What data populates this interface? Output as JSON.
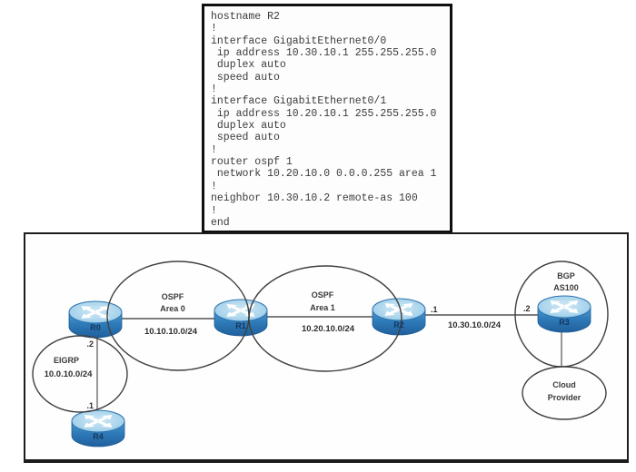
{
  "config_panel": {
    "lines": [
      "hostname R2",
      "!",
      "interface GigabitEthernet0/0",
      " ip address 10.30.10.1 255.255.255.0",
      " duplex auto",
      " speed auto",
      "!",
      "interface GigabitEthernet0/1",
      " ip address 10.20.10.1 255.255.255.0",
      " duplex auto",
      " speed auto",
      "!",
      "router ospf 1",
      " network 10.20.10.0 0.0.0.255 area 1",
      "!",
      "neighbor 10.30.10.2 remote-as 100",
      "!",
      "end"
    ]
  },
  "topology": {
    "routers": [
      {
        "label": "R0"
      },
      {
        "label": "R1"
      },
      {
        "label": "R2"
      },
      {
        "label": "R3"
      },
      {
        "label": "R4"
      }
    ],
    "zones": {
      "ospf_area0": {
        "line1": "OSPF",
        "line2": "Area 0",
        "network": "10.10.10.0/24"
      },
      "ospf_area1": {
        "line1": "OSPF",
        "line2": "Area 1",
        "network": "10.20.10.0/24"
      },
      "eigrp": {
        "line1": "EIGRP",
        "network": "10.0.10.0/24"
      },
      "bgp": {
        "line1": "BGP",
        "line2": "AS100"
      },
      "cloud": {
        "line1": "Cloud",
        "line2": "Provider"
      }
    },
    "links": {
      "r2_r3": {
        "network": "10.30.10.0/24",
        "r2_ip": ".1",
        "r3_ip": ".2"
      },
      "r0_r4": {
        "r0_ip": ".2",
        "r4_ip": ".1"
      }
    },
    "colors": {
      "router_body_blue": "#2f7cba",
      "router_top_blue": "#a9d4ec",
      "router_label_navy": "#14365c",
      "link_line_gray": "#7d7d7d",
      "zone_stroke_dark": "#3f3f3f"
    }
  }
}
